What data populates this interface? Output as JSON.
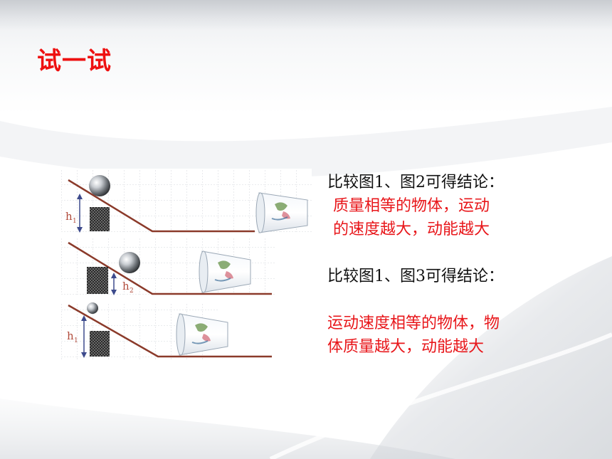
{
  "slide": {
    "title": "试一试"
  },
  "figure": {
    "labels": {
      "panel1_height": "h",
      "panel1_sub": "1",
      "panel2_height": "h",
      "panel2_sub": "2",
      "panel3_height": "h",
      "panel3_sub": "1"
    }
  },
  "text": {
    "line1": "比较图1、图2可得结论：",
    "line2": "质量相等的物体，运动",
    "line3": "的速度越大，动能越大",
    "line4": "比较图1、图3可得结论：",
    "line5": "运动速度相等的物体，物",
    "line6": "体质量越大，动能越大"
  },
  "colors": {
    "title": "#ee1111",
    "conclusion": "#e8161a",
    "ramp": "#8b3a2a",
    "arrow": "#3d4a8c"
  }
}
